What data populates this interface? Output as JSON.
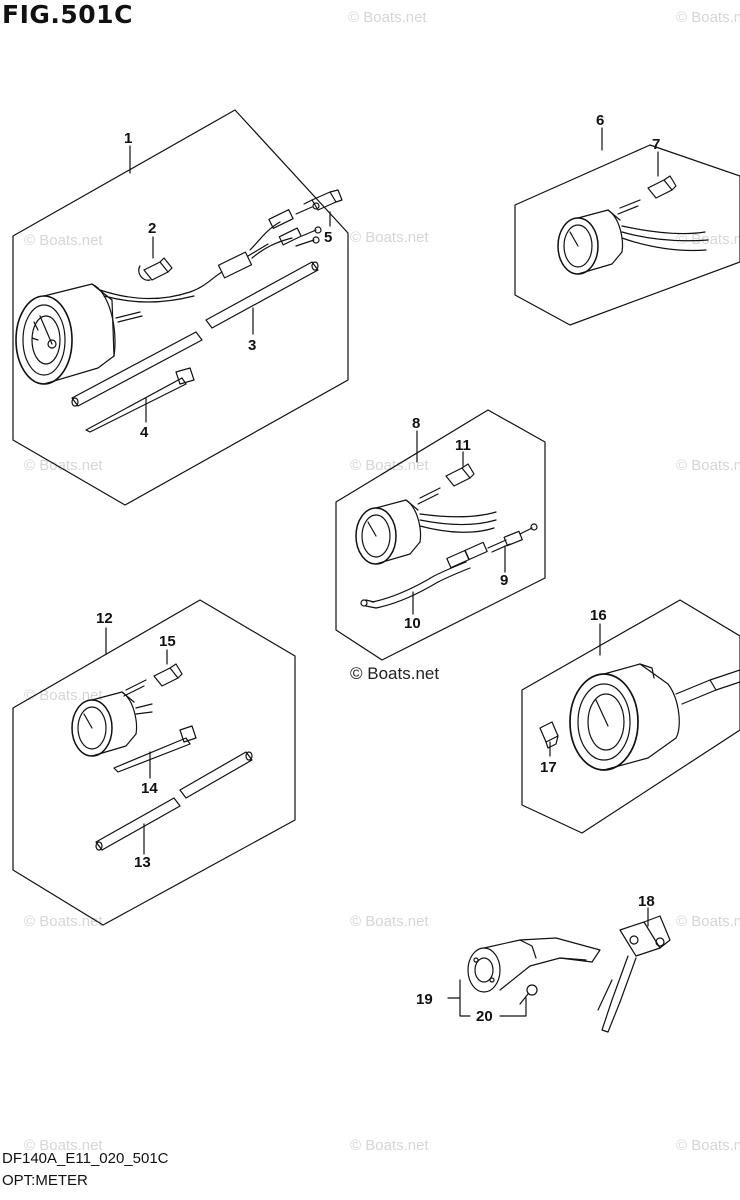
{
  "figure": {
    "title": "FIG.501C"
  },
  "footer": {
    "code": "DF140A_E11_020_501C",
    "subtitle": "OPT:METER"
  },
  "watermark": {
    "main": "© Boats.net",
    "faint": "© Boats.net"
  },
  "callouts": {
    "c1": "1",
    "c2": "2",
    "c3": "3",
    "c4": "4",
    "c5": "5",
    "c6": "6",
    "c7": "7",
    "c8": "8",
    "c9": "9",
    "c10": "10",
    "c11": "11",
    "c12": "12",
    "c13": "13",
    "c14": "14",
    "c15": "15",
    "c16": "16",
    "c17": "17",
    "c18": "18",
    "c19": "19",
    "c20": "20"
  },
  "colors": {
    "line": "#111111",
    "watermark": "#d6d6d6",
    "background": "#ffffff"
  }
}
